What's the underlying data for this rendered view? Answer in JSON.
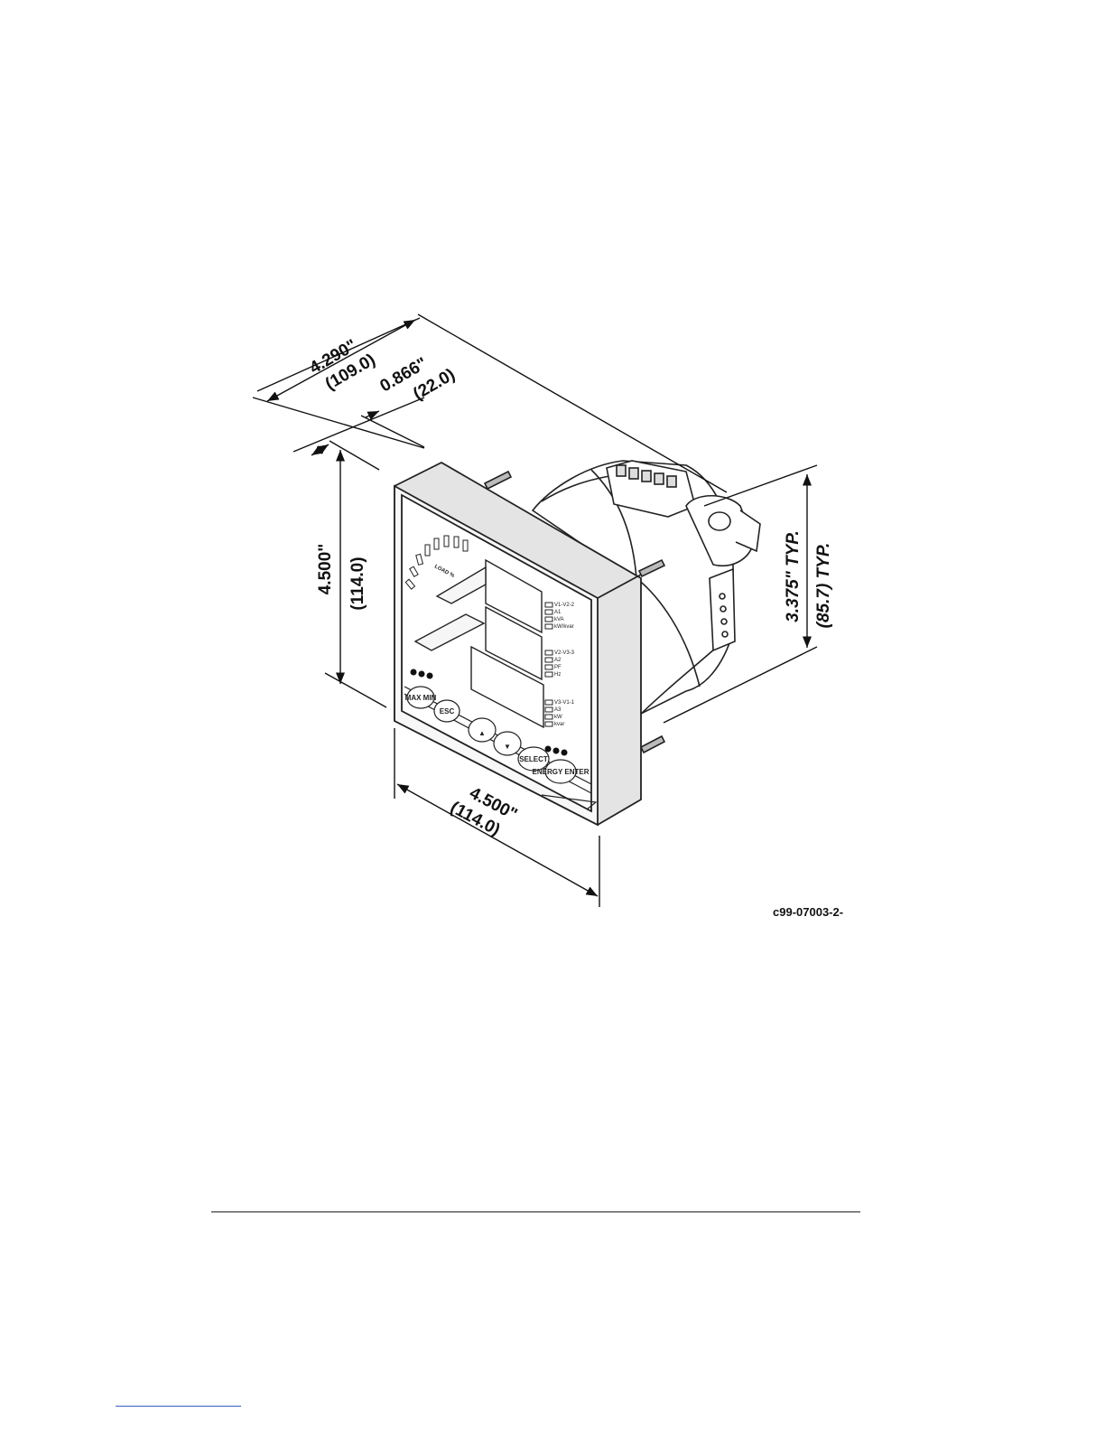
{
  "dimensions": {
    "depth": {
      "inch": "4.290\"",
      "mm": "(109.0)"
    },
    "bezel_depth": {
      "inch": "0.866\"",
      "mm": "(22.0)"
    },
    "height": {
      "inch": "4.500\"",
      "mm": "(114.0)"
    },
    "width": {
      "inch": "4.500\"",
      "mm": "(114.0)"
    },
    "body_size": {
      "inch": "3.375\" TYP.",
      "mm": "(85.7) TYP."
    }
  },
  "panel": {
    "load_bar_label": "LOAD %",
    "display_1_labels": [
      "V1-V2-2",
      "A1",
      "kVA",
      "kW/kvar"
    ],
    "display_2_labels": [
      "V2-V3-3",
      "A2",
      "PF",
      "Hz"
    ],
    "display_3_labels": [
      "V3-V1-1",
      "A3",
      "kW",
      "kvar"
    ],
    "buttons": {
      "max_min": "MAX MIN",
      "esc": "ESC",
      "up": "▲",
      "down": "▼",
      "select": "SELECT",
      "enter": "ENERGY ENTER"
    }
  },
  "figure_id": "c99-07003-2-"
}
